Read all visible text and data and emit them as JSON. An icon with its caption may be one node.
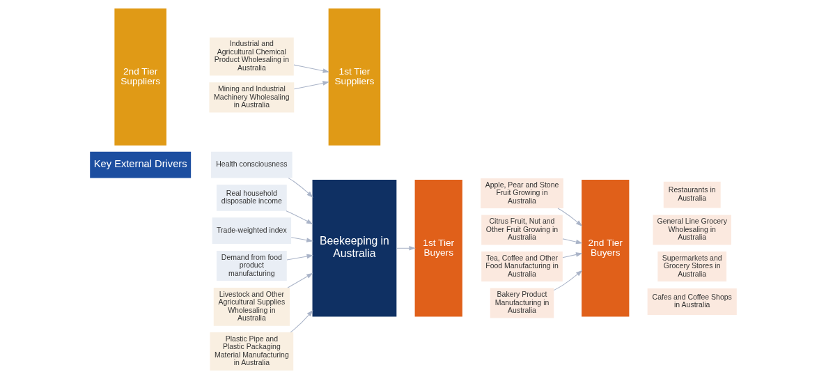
{
  "diagram": {
    "nodes": [
      {
        "text": [
          "Key External Drivers"
        ]
      },
      {
        "text": [
          "Health consciousness"
        ]
      },
      {
        "text": [
          "Real household disposable income"
        ]
      },
      {
        "text": [
          "Trade-weighted index"
        ]
      },
      {
        "text": [
          "Demand from food product manufacturing"
        ]
      },
      {
        "text": [
          "2nd Tier Suppliers"
        ]
      },
      {
        "text": [
          "Industrial and Agricultural Chemical Product Wholesaling in Australia"
        ]
      },
      {
        "text": [
          "Mining and Industrial Machinery Wholesaling in Australia"
        ]
      },
      {
        "text": [
          "1st Tier Suppliers"
        ]
      },
      {
        "text": [
          "Livestock and Other Agricultural Supplies Wholesaling in Australia"
        ]
      },
      {
        "text": [
          "Plastic Pipe and Plastic Packaging Material Manufacturing in Australia"
        ]
      },
      {
        "text": [
          "Beekeeping in Australia"
        ]
      },
      {
        "text": [
          "1st Tier Buyers"
        ]
      },
      {
        "text": [
          "Apple, Pear and Stone Fruit Growing in Australia"
        ]
      },
      {
        "text": [
          "Citrus Fruit, Nut and Other Fruit Growing in Australia"
        ]
      },
      {
        "text": [
          "Tea, Coffee and Other Food Manufacturing in Australia"
        ]
      },
      {
        "text": [
          "Bakery Product Manufacturing in Australia"
        ]
      },
      {
        "text": [
          "2nd Tier Buyers"
        ]
      },
      {
        "text": [
          "Restaurants in Australia"
        ]
      },
      {
        "text": [
          "General Line Grocery Wholesaling in Australia"
        ]
      },
      {
        "text": [
          "Supermarkets and Grocery Stores in Australia"
        ]
      },
      {
        "text": [
          "Cafes and Coffee Shops in Australia"
        ]
      }
    ],
    "edges": [
      {
        "from": 1,
        "to": 11,
        "arrow": "to"
      },
      {
        "from": 2,
        "to": 11,
        "arrow": "to"
      },
      {
        "from": 3,
        "to": 11,
        "arrow": "to"
      },
      {
        "from": 4,
        "to": 11,
        "arrow": "to"
      },
      {
        "from": 6,
        "to": 8,
        "arrow": "to"
      },
      {
        "from": 7,
        "to": 8,
        "arrow": "to"
      },
      {
        "from": 9,
        "to": 11,
        "arrow": "to"
      },
      {
        "from": 10,
        "to": 11,
        "arrow": "to"
      },
      {
        "from": 11,
        "to": 12,
        "arrow": "to"
      },
      {
        "from": 13,
        "to": 17,
        "arrow": "to"
      },
      {
        "from": 14,
        "to": 17,
        "arrow": "to"
      },
      {
        "from": 15,
        "to": 17,
        "arrow": "to"
      },
      {
        "from": 16,
        "to": 17,
        "arrow": "to"
      }
    ]
  }
}
